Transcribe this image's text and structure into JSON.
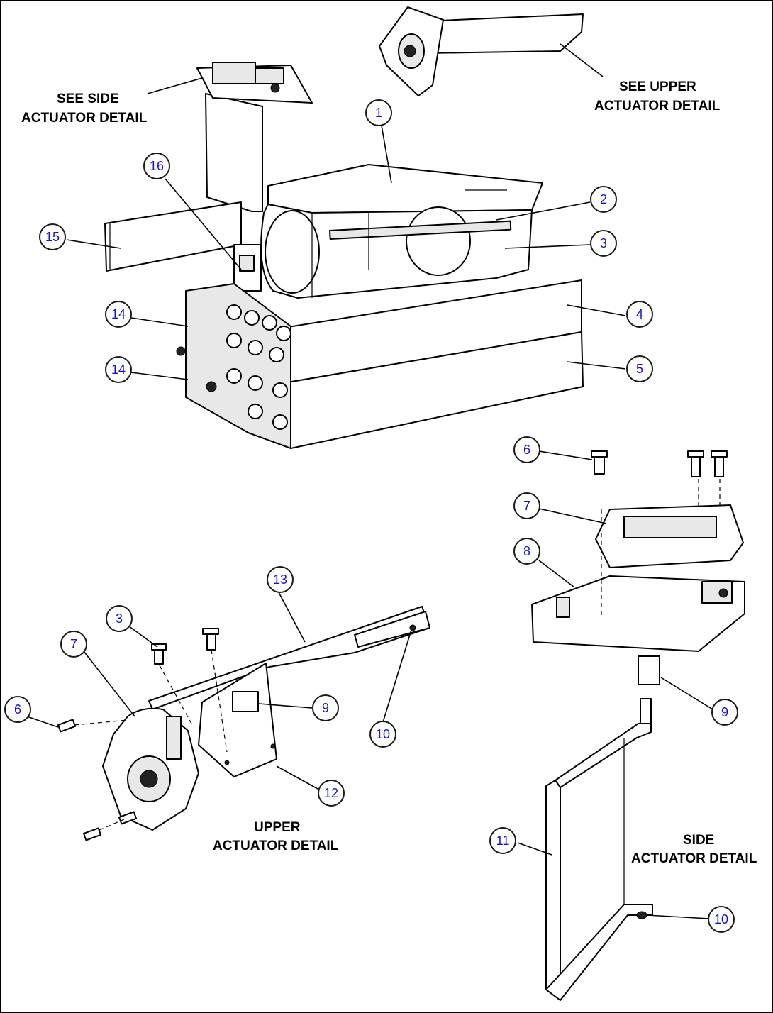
{
  "labels": {
    "see_side": [
      "SEE SIDE",
      "ACTUATOR DETAIL"
    ],
    "see_upper": [
      "SEE UPPER",
      "ACTUATOR DETAIL"
    ],
    "upper_detail": [
      "UPPER",
      "ACTUATOR DETAIL"
    ],
    "side_detail": [
      "SIDE",
      "ACTUATOR DETAIL"
    ]
  },
  "callouts": {
    "c1": "1",
    "c2": "2",
    "c3a": "3",
    "c4": "4",
    "c5": "5",
    "c6a": "6",
    "c7a": "7",
    "c8": "8",
    "c9a": "9",
    "c10a": "10",
    "c11": "11",
    "c14a": "14",
    "c14b": "14",
    "c15": "15",
    "c16": "16",
    "c3b": "3",
    "c6b": "6",
    "c7b": "7",
    "c9b": "9",
    "c10b": "10",
    "c12": "12",
    "c13": "13"
  },
  "colors": {
    "callout_number": "#1515d0",
    "line": "#000000"
  }
}
